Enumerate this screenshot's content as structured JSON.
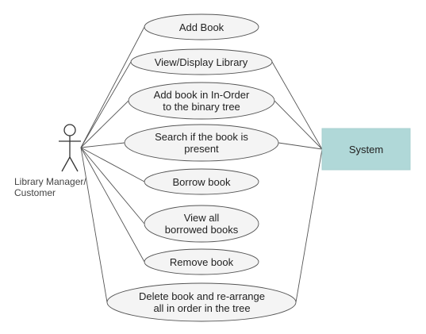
{
  "actor": {
    "label": "Library Manager/\nCustomer"
  },
  "system": {
    "label": "System",
    "fill": "#b0d8d8"
  },
  "use_cases": [
    {
      "label": "Add Book"
    },
    {
      "label": "View/Display Library"
    },
    {
      "label": "Add book in In-Order\nto the binary tree"
    },
    {
      "label": "Search if the book is\npresent"
    },
    {
      "label": "Borrow book"
    },
    {
      "label": "View all\nborrowed books"
    },
    {
      "label": "Remove book"
    },
    {
      "label": "Delete book and re-arrange\nall in order in the tree"
    }
  ],
  "colors": {
    "ellipse_fill": "#f4f4f4",
    "stroke": "#555555",
    "system_fill": "#b0d8d8"
  }
}
